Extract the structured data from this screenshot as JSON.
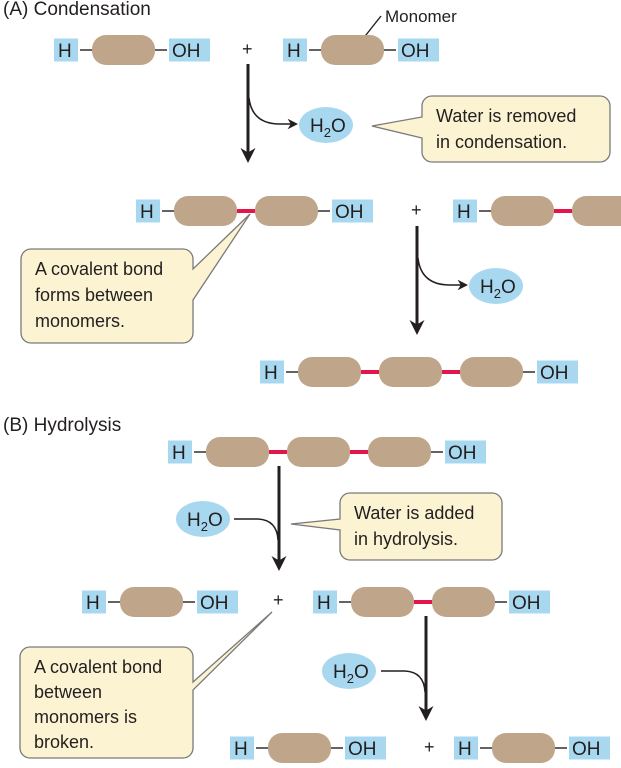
{
  "section_a": {
    "title": "(A)  Condensation",
    "monomer_label": "Monomer",
    "callout_water": [
      "Water is removed",
      "in condensation."
    ],
    "callout_bond": [
      "A covalent bond",
      "forms between",
      "monomers."
    ]
  },
  "section_b": {
    "title": "(B)  Hydrolysis",
    "callout_water": [
      "Water is added",
      "in hydrolysis."
    ],
    "callout_bond": [
      "A covalent bond",
      "between",
      "monomers is",
      "broken."
    ]
  },
  "atoms": {
    "h": "H",
    "oh": "OH",
    "water_h": "H",
    "water_sub": "2",
    "water_o": "O",
    "plus": "+"
  },
  "colors": {
    "end_group": "#a8d8ef",
    "monomer": "#bfa68b",
    "covalent_bond": "#e4154b",
    "callout_fill": "#fbf3d2"
  }
}
